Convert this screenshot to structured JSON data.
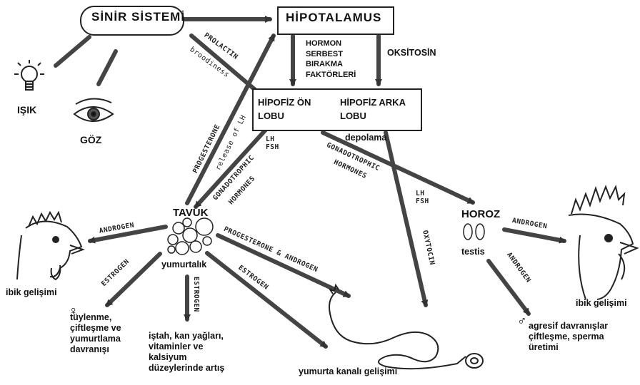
{
  "nodes": {
    "sinir_sistemi": "SİNİR SİSTEMİ",
    "hipotalamus": "HİPOTALAMUS",
    "hipofiz_on": "HİPOFİZ ÖN\nLOBU",
    "hipofiz_arka": "HİPOFİZ ARKA\nLOBU",
    "isik": "IŞIK",
    "goz": "GÖZ",
    "tavuk": "TAVUK",
    "horoz": "HOROZ",
    "yumurtalik": "yumurtalık",
    "testis": "testis",
    "depolama": "depolama"
  },
  "edge_labels": {
    "hormon_serbest": "HORMON\nSERBEST\nBIRAKMA\nFAKTÖRLERİ",
    "oksitosin": "OKSİTOSİN",
    "prolactin": "PROLACTIN",
    "broodiness": "broodiness",
    "progesterone": "PROGESTERONE",
    "release_of_lh": "release of LH",
    "gonadotrophic_left": "GONADOTROPHIC",
    "hormones_left": "HORMONES",
    "lh_fsh_left": "LH\nFSH",
    "gonadotrophic_right": "GONADOTROPHIC",
    "hormones_right": "HORMONES",
    "lh_fsh_right": "LH\nFSH",
    "oxytocin": "OXYTOCIN",
    "androgen_left": "ANDROGEN",
    "estrogen_left": "ESTROGEN",
    "estrogen_down": "ESTROGEN",
    "progesterone_androgen": "PROGESTERONE & ANDROGEN",
    "estrogen_oviduct": "ESTROGEN",
    "androgen_right": "ANDROGEN",
    "androgen_down": "ANDROGEN"
  },
  "outcomes": {
    "ibik_left": "ibik gelişimi",
    "female_behavior": "tüylenme,\nçiftleşme ve\nyumurtlama\ndavranışı",
    "appetite": "iştah, kan yağları,\nvitaminler ve\nkalsiyum\ndüzeylerinde artış",
    "oviduct": "yumurta kanalı gelişimi",
    "ibik_right": "ibik gelişimi",
    "male_behavior": "agresif davranışlar\nçiftleşme, sperma\nüretimi"
  },
  "symbols": {
    "female": "♀",
    "male": "♂"
  }
}
